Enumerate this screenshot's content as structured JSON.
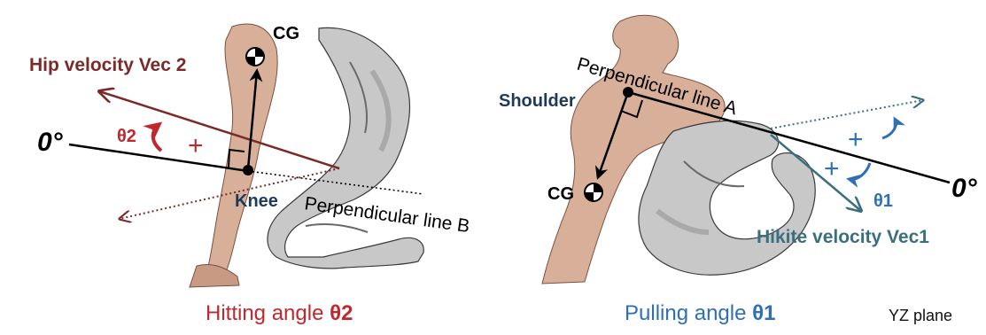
{
  "left_panel": {
    "cg_label": "CG",
    "velocity_label": "Hip velocity Vec 2",
    "zero_label": "0°",
    "angle_label": "θ2",
    "plus_sign": "+",
    "joint_label": "Knee",
    "perp_label": "Perpendicular line B",
    "caption": {
      "text": "Hitting angle ",
      "symbol": "θ2"
    }
  },
  "right_panel": {
    "perp_label": "Perpendicular line A",
    "joint_label": "Shoulder",
    "cg_label": "CG",
    "plus_upper": "+",
    "plus_lower": "+",
    "angle_label": "θ1",
    "zero_label": "0°",
    "velocity_label": "Hikite velocity Vec1",
    "caption": {
      "text": "Pulling  angle ",
      "symbol": "θ1"
    }
  },
  "plane_label": "YZ plane",
  "colors": {
    "hip_vector": "#7b2a2a",
    "hitting_accent": "#c0282e",
    "hikite_vector": "#3a6f80",
    "pulling_accent": "#2e6fb8",
    "skin": "#d8b09a",
    "mannequin": "#c8c8c8",
    "line": "#000000"
  }
}
